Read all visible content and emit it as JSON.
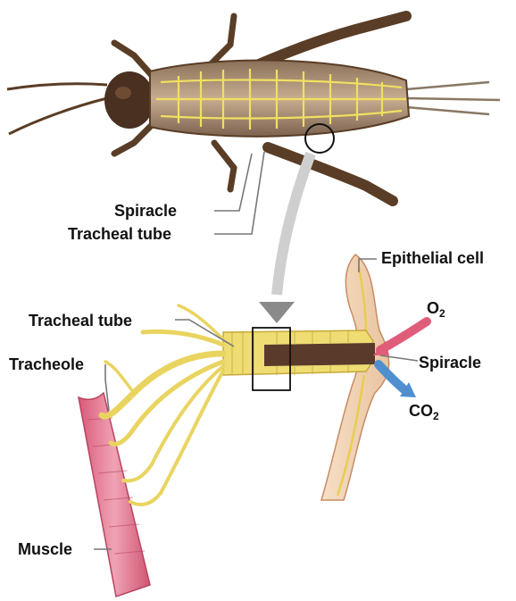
{
  "labels": {
    "spiracle_top": "Spiracle",
    "tracheal_tube_top": "Tracheal tube",
    "epithelial_cell": "Epithelial cell",
    "tracheal_tube_bottom": "Tracheal tube",
    "tracheole": "Tracheole",
    "spiracle_bottom": "Spiracle",
    "muscle": "Muscle",
    "o2_base": "O",
    "o2_sub": "2",
    "co2_base": "CO",
    "co2_sub": "2"
  },
  "colors": {
    "body": "#b79a7c",
    "tubes": "#e8d254",
    "muscle": "#e27e95",
    "o2_arrow": "#e05d7a",
    "co2_arrow": "#4f8fd0",
    "leader": "#777777",
    "big_arrow": "#8a8a8a"
  }
}
